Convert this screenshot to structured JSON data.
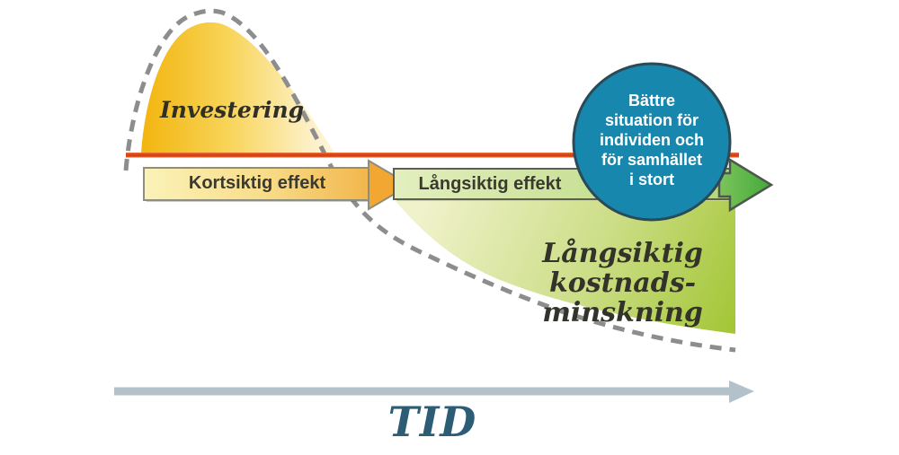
{
  "diagram": {
    "investment_label": "Investering",
    "short_term_label": "Kortsiktig effekt",
    "long_term_label": "Långsiktig effekt",
    "outcome_circle": {
      "lines": [
        "Bättre",
        "situation för",
        "individen och",
        "för samhället",
        "i stort"
      ]
    },
    "cost_reduction": {
      "line1": "Långsiktig kostnads-",
      "line2": "minskning"
    },
    "time_label": "TID",
    "colors": {
      "investment_gold": "#f2b40d",
      "short_term_band_yellow": "#fbf2b8",
      "short_term_arrow_orange": "#f0a735",
      "long_term_band_green": "#cfe4a4",
      "long_term_arrow_green": "#52b344",
      "cost_area_green": "#a3c636",
      "circle_blue": "#1787ae",
      "red_line": "#d8431a",
      "dash_gray": "#8d8d8d",
      "time_arrow_gray": "#b2c1ca",
      "label_text_dark": "#3a3a30",
      "time_text_teal": "#2c5d74"
    }
  }
}
